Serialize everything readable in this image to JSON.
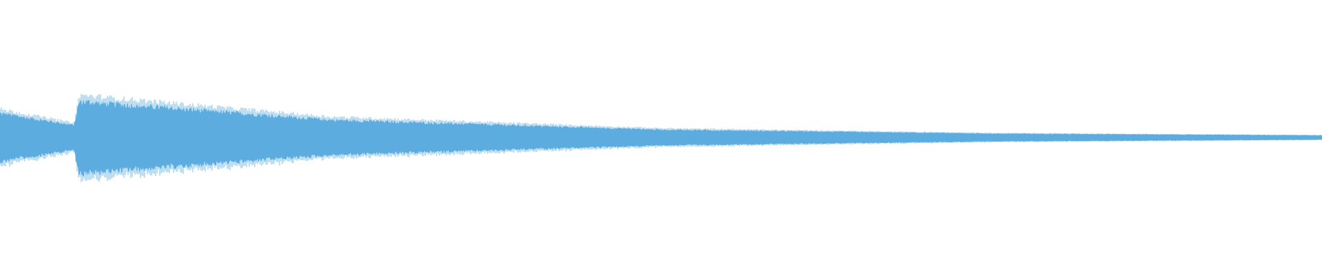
{
  "waveform": {
    "color": "#5dacdf",
    "background": "#ffffff",
    "segments": [
      {
        "start_fraction": 0.0,
        "end_fraction": 0.056,
        "start_amplitude": 0.55,
        "end_amplitude": 0.28
      },
      {
        "start_fraction": 0.056,
        "end_fraction": 0.06,
        "start_amplitude": 0.28,
        "end_amplitude": 0.82
      },
      {
        "start_fraction": 0.06,
        "end_fraction": 0.25,
        "start_amplitude": 0.82,
        "end_amplitude": 0.4
      },
      {
        "start_fraction": 0.25,
        "end_fraction": 0.5,
        "start_amplitude": 0.4,
        "end_amplitude": 0.18
      },
      {
        "start_fraction": 0.5,
        "end_fraction": 0.75,
        "start_amplitude": 0.18,
        "end_amplitude": 0.09
      },
      {
        "start_fraction": 0.75,
        "end_fraction": 1.0,
        "start_amplitude": 0.09,
        "end_amplitude": 0.05
      }
    ]
  }
}
